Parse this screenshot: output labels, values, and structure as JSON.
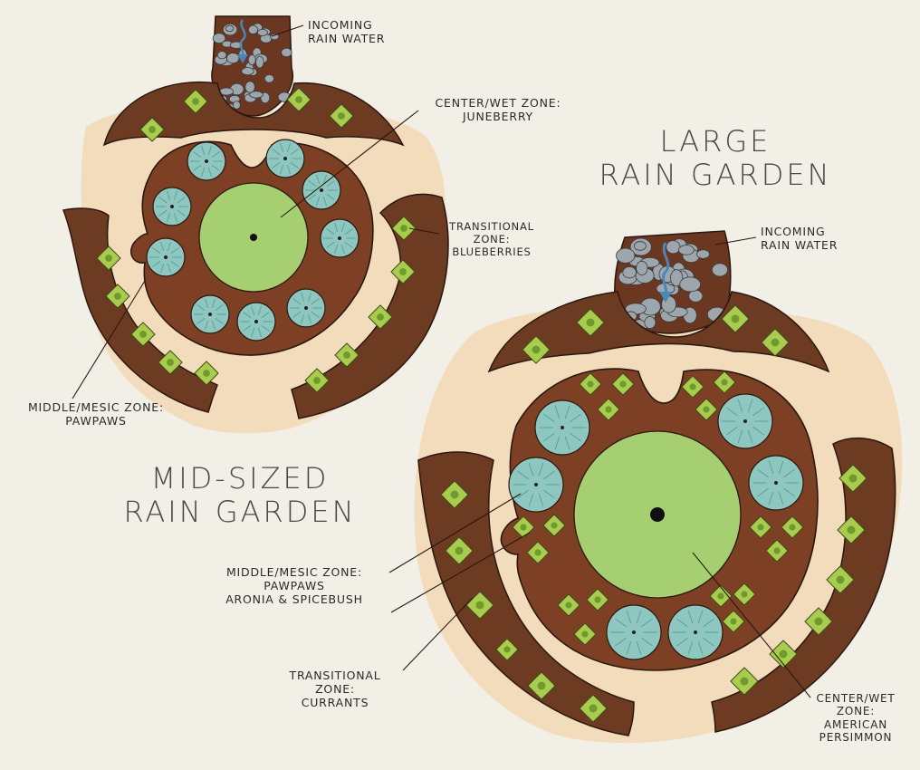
{
  "mid_garden": {
    "title_line1": "MID-SIZED",
    "title_line2": "RAIN GARDEN",
    "inlet_line1": "INCOMING",
    "inlet_line2": "RAIN WATER",
    "center_line1": "CENTER/WET ZONE:",
    "center_line2": "JUNEBERRY",
    "transitional_line1": "TRANSITIONAL",
    "transitional_line2": "ZONE:",
    "transitional_line3": "BLUEBERRIES",
    "middle_line1": "MIDDLE/MESIC ZONE:",
    "middle_line2": "PAWPAWS"
  },
  "large_garden": {
    "title_line1": "LARGE",
    "title_line2": "RAIN GARDEN",
    "inlet_line1": "INCOMING",
    "inlet_line2": "RAIN WATER",
    "middle_line1": "MIDDLE/MESIC ZONE:",
    "middle_line2": "PAWPAWS",
    "middle_line3": "ARONIA & SPICEBUSH",
    "transitional_line1": "TRANSITIONAL",
    "transitional_line2": "ZONE:",
    "transitional_line3": "CURRANTS",
    "center_line1": "CENTER/WET",
    "center_line2": "ZONE:",
    "center_line3": "AMERICAN",
    "center_line4": "PERSIMMON"
  },
  "colors": {
    "paper": "#f2efe6",
    "wash": "#f3d8b4",
    "soil": "#7a3f22",
    "soil_dark": "#5a2c18",
    "center_green": "#a6cf72",
    "tree_teal": "#8ec7c0",
    "shrub_green": "#a9cc4e",
    "stone": "#9ea6ad",
    "water_arrow": "#4a86b8"
  }
}
